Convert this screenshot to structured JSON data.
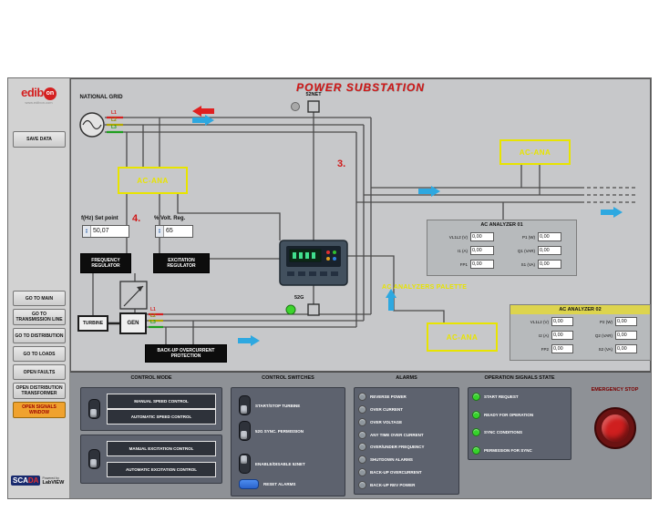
{
  "sidebar": {
    "logo_text": "edib",
    "logo_circle": "on",
    "website": "www.edibon.com",
    "save_label": "SAVE DATA",
    "nav": [
      {
        "label": "GO TO MAIN"
      },
      {
        "label": "GO TO TRANSMISSION LINE"
      },
      {
        "label": "GO TO DISTRIBUTION"
      },
      {
        "label": "GO TO LOADS"
      },
      {
        "label": "OPEN FAULTS"
      },
      {
        "label": "OPEN DISTRIBUTION TRANSFORMER"
      },
      {
        "label": "OPEN SIGNALS WINDOW"
      }
    ],
    "scada_part1": "SCA",
    "scada_part2": "DA",
    "powered_by": "Powered by",
    "labview": "LabVIEW"
  },
  "diagram": {
    "title": "POWER SUBSTATION",
    "national_grid": "NATIONAL GRID",
    "grid_phases": [
      "L1",
      "L2",
      "L3"
    ],
    "gen_phases": [
      "L1",
      "L2",
      "L3"
    ],
    "breaker_net_label": "52NET",
    "breaker_gen_label": "52G",
    "step_3": "3.",
    "step_4": "4.",
    "freq_setpoint_label": "f(Hz) Set point",
    "freq_setpoint_value": "50,07",
    "volt_reg_label": "% Volt. Reg.",
    "volt_reg_value": "65",
    "frequency_regulator": "FREQUENCY REGULATOR",
    "excitation_regulator": "EXCITATION REGULATOR",
    "turbine_label": "TURBINE",
    "gen_label": "GEN",
    "backup_protection": "BACK-UP OVERCURRENT PROTECTION",
    "ac_ana_left": "AC-ANA",
    "ac_ana_right": "AC-ANA",
    "ac_ana_bottom": "AC-ANA",
    "palette_label": "AC ANALYZERS PALETTE",
    "analyzer1": {
      "title": "AC ANALYZER 01",
      "fields": [
        {
          "label": "VL1L2 (V)",
          "value": "0,00"
        },
        {
          "label": "P1 (W)",
          "value": "0,00"
        },
        {
          "label": "I1 (A)",
          "value": "0,00"
        },
        {
          "label": "Q1 (VAR)",
          "value": "0,00"
        },
        {
          "label": "FP1",
          "value": "0,00"
        },
        {
          "label": "S1 (VA)",
          "value": "0,00"
        }
      ]
    },
    "analyzer2": {
      "title": "AC ANALYZER 02",
      "fields": [
        {
          "label": "VL1L2 (V)",
          "value": "0,00"
        },
        {
          "label": "P2 (W)",
          "value": "0,00"
        },
        {
          "label": "I2 (A)",
          "value": "0,00"
        },
        {
          "label": "Q2 (VAR)",
          "value": "0,00"
        },
        {
          "label": "FP2",
          "value": "0,00"
        },
        {
          "label": "S2 (VA)",
          "value": "0,00"
        }
      ]
    }
  },
  "controls": {
    "control_mode": {
      "title": "CONTROL MODE",
      "items": [
        {
          "label": "MANUAL SPEED CONTROL"
        },
        {
          "label": "AUTOMATIC SPEED CONTROL"
        },
        {
          "label": "MANUAL EXCITATION CONTROL"
        },
        {
          "label": "AUTOMATIC EXCITATION CONTROL"
        }
      ]
    },
    "control_switches": {
      "title": "CONTROL SWITCHES",
      "items": [
        {
          "label": "START/STOP TURBINE"
        },
        {
          "label": "52G SYNC. PERMISSION"
        },
        {
          "label": "ENABLE/DISABLE 52NET"
        },
        {
          "label": "RESET ALARMS"
        }
      ]
    },
    "alarms": {
      "title": "ALARMS",
      "items": [
        {
          "label": "REVERSE POWER"
        },
        {
          "label": "OVER CURRENT"
        },
        {
          "label": "OVER VOLTAGE"
        },
        {
          "label": "ANY TIME OVER CURRENT"
        },
        {
          "label": "OVER/UNDER FREQUENCY"
        },
        {
          "label": "SHUTDOWN ALARMS"
        },
        {
          "label": "BACK-UP OVERCURRENT"
        },
        {
          "label": "BACK-UP REV POWER"
        }
      ]
    },
    "operation_signals": {
      "title": "OPERATION SIGNALS STATE",
      "items": [
        {
          "label": "START REQUEST"
        },
        {
          "label": "READY FOR OPERATION"
        },
        {
          "label": "SYNC CONDITIONS"
        },
        {
          "label": "PERMISSION FOR SYNC"
        }
      ]
    },
    "emergency_stop": "EMERGENCY STOP"
  },
  "colors": {
    "title_red": "#d01818",
    "accent_yellow": "#e8e400",
    "phase_l1": "#d42020",
    "phase_l2": "#b0a400",
    "phase_l3": "#1e9e1e",
    "arrow_blue": "#2ea8e0",
    "led_green": "#35d42a"
  }
}
